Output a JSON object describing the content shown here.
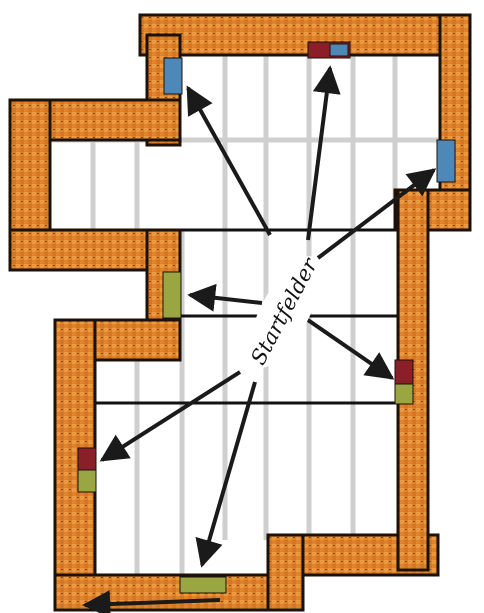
{
  "diagram": {
    "label": "Startfelder",
    "colors": {
      "wall_base": "#e0822a",
      "wall_light": "#f0a850",
      "wall_dark": "#1c120a",
      "floor_line_gray": "#cfcfcf",
      "black_line": "#111111",
      "arrow": "#1a1a1a",
      "start_blue": "#4d88b8",
      "start_red": "#8a1f2a",
      "start_green": "#9aa642"
    },
    "start_fields": [
      {
        "id": "top-center",
        "color": "red"
      },
      {
        "id": "top-left-inner",
        "color": "blue"
      },
      {
        "id": "right-upper",
        "color": "blue"
      },
      {
        "id": "left-middle",
        "color": "green"
      },
      {
        "id": "right-middle",
        "color": "red-green"
      },
      {
        "id": "left-lower",
        "color": "red-green"
      },
      {
        "id": "bottom-center",
        "color": "green"
      }
    ]
  }
}
